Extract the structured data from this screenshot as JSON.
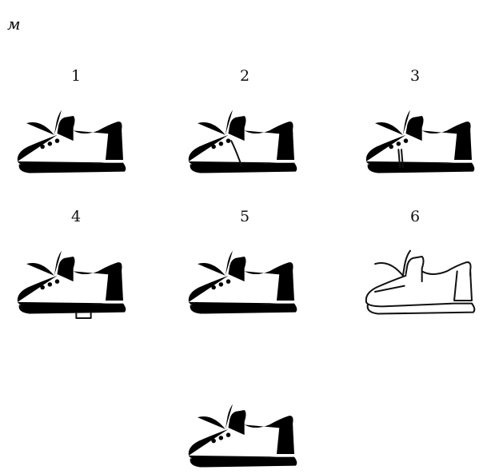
{
  "figure": {
    "corner_letter": "м",
    "options": [
      {
        "label": "1",
        "icon": "shoe-icon",
        "variant": "plain"
      },
      {
        "label": "2",
        "icon": "shoe-icon",
        "variant": "lace-crosses-vamp"
      },
      {
        "label": "3",
        "icon": "shoe-icon",
        "variant": "side-seam"
      },
      {
        "label": "4",
        "icon": "shoe-icon",
        "variant": "heeled-sole"
      },
      {
        "label": "5",
        "icon": "shoe-icon",
        "variant": "no-collar-line"
      },
      {
        "label": "6",
        "icon": "shoe-icon",
        "variant": "no-eyelets"
      }
    ],
    "target": {
      "label": "",
      "icon": "shoe-icon",
      "variant": "reference"
    }
  }
}
